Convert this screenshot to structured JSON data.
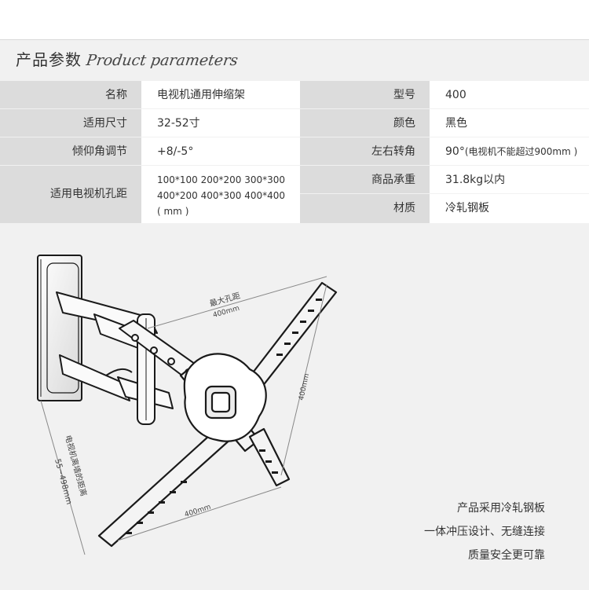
{
  "header": {
    "title_cn": "产品参数",
    "title_en": "Product parameters"
  },
  "specs": {
    "name_label": "名称",
    "name_value": "电视机通用伸缩架",
    "model_label": "型号",
    "model_value": "400",
    "size_label": "适用尺寸",
    "size_value": "32-52寸",
    "color_label": "颜色",
    "color_value": "黑色",
    "tilt_label": "倾仰角调节",
    "tilt_value": "+8/-5°",
    "swivel_label": "左右转角",
    "swivel_value": "90°",
    "swivel_note": "(电视机不能超过900mm )",
    "hole_label": "适用电视机孔距",
    "hole_value_line1": "100*100 200*200 300*300",
    "hole_value_line2": "400*200 400*300 400*400",
    "hole_value_line3": "( mm )",
    "load_label": "商品承重",
    "load_value": "31.8kg以内",
    "material_label": "材质",
    "material_value": "冷轧钢板"
  },
  "diagram": {
    "max_hole_label": "最大孔距",
    "top_width": "400mm",
    "right_height": "400mm",
    "bottom_width": "400mm",
    "wall_distance_label": "电视机离墙的距离",
    "wall_distance_value": "55~498mm"
  },
  "features": [
    "产品采用冷轧钢板",
    "一体冲压设计、无缝连接",
    "质量安全更可靠"
  ],
  "colors": {
    "background": "#f1f1f1",
    "label_bg": "#dcdcdc",
    "value_bg": "#ffffff",
    "text": "#333333",
    "line_art": "#1a1a1a"
  }
}
